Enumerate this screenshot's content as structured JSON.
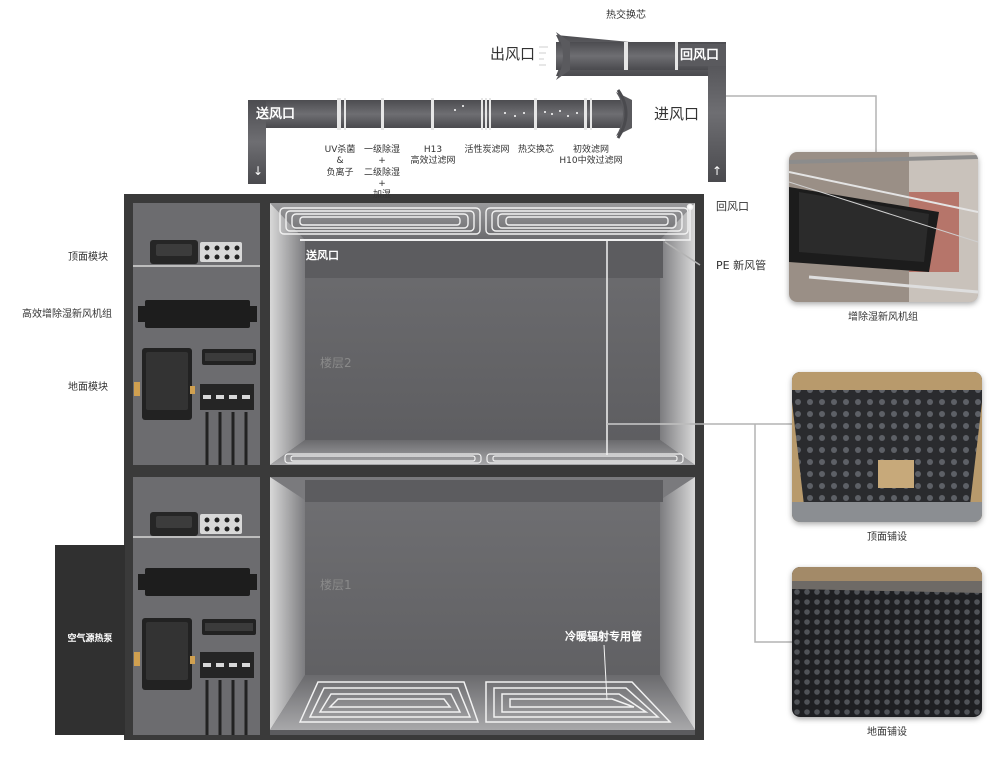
{
  "duct": {
    "top_core_label": "热交换芯",
    "outlet_label": "出风口",
    "return_label": "回风口",
    "supply_label": "送风口",
    "inlet_label": "进风口",
    "stages": [
      {
        "line1": "UV杀菌",
        "line2": "&",
        "line3": "负离子"
      },
      {
        "line1": "一级除湿",
        "line2": "+",
        "line3": "二级除湿"
      },
      {
        "line1": "H13",
        "line2": "高效过滤网",
        "line3": ""
      },
      {
        "line1": "活性炭滤网",
        "line2": "",
        "line3": ""
      },
      {
        "line1": "热交换芯",
        "line2": "",
        "line3": ""
      },
      {
        "line1": "初效滤网",
        "line2": "H10中效过滤网",
        "line3": ""
      }
    ],
    "stage2_extra": [
      "+",
      "加湿"
    ]
  },
  "left_labels": {
    "top_module": "顶面模块",
    "fresh_air_unit": "高效增除湿新风机组",
    "floor_module": "地面模块"
  },
  "building": {
    "return_vent": "回风口",
    "pe_duct": "PE 新风管",
    "supply_vent": "送风口",
    "floor2": "楼层2",
    "floor1": "楼层1",
    "radiant_pipe": "冷暖辐射专用管"
  },
  "heat_pump": {
    "label": "空气源热泵"
  },
  "photos": [
    {
      "caption": "增除湿新风机组"
    },
    {
      "caption": "顶面铺设"
    },
    {
      "caption": "地面铺设"
    }
  ],
  "colors": {
    "duct": "#5e5e62",
    "frame": "#3a3a3a",
    "room_wall": "#666669",
    "equipment": "#2a2a2a",
    "line": "#b3b3b3"
  }
}
